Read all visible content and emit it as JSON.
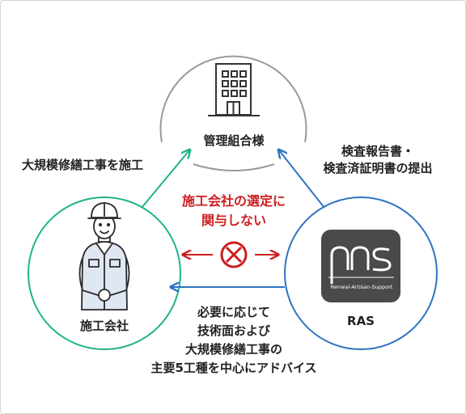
{
  "nodes": {
    "management": {
      "label": "管理組合様",
      "icon": "building-icon"
    },
    "contractor": {
      "label": "施工会社",
      "icon": "worker-icon"
    },
    "ras": {
      "label": "RAS",
      "logo_text": "Renwal-Artisan-Support",
      "icon": "ras-logo"
    }
  },
  "edges": {
    "contractor_to_management": "大規模修繕工事を施工",
    "ras_to_management": {
      "line1": "検査報告書・",
      "line2": "検査済証明書の提出"
    },
    "ras_to_contractor": {
      "line1": "必要に応じて",
      "line2": "技術面および",
      "line3": "大規模修繕工事の",
      "line4": "主要5工種を中心にアドバイス"
    },
    "no_involvement": {
      "line1": "施工会社の選定に",
      "line2": "関与しない",
      "icon": "prohibited-icon"
    }
  },
  "colors": {
    "green": "#1fb38a",
    "blue": "#2f74c0",
    "red": "#cc1f1f",
    "gray": "#9a9a9a",
    "text": "#222222",
    "logo_bg": "#4a4a4a"
  }
}
